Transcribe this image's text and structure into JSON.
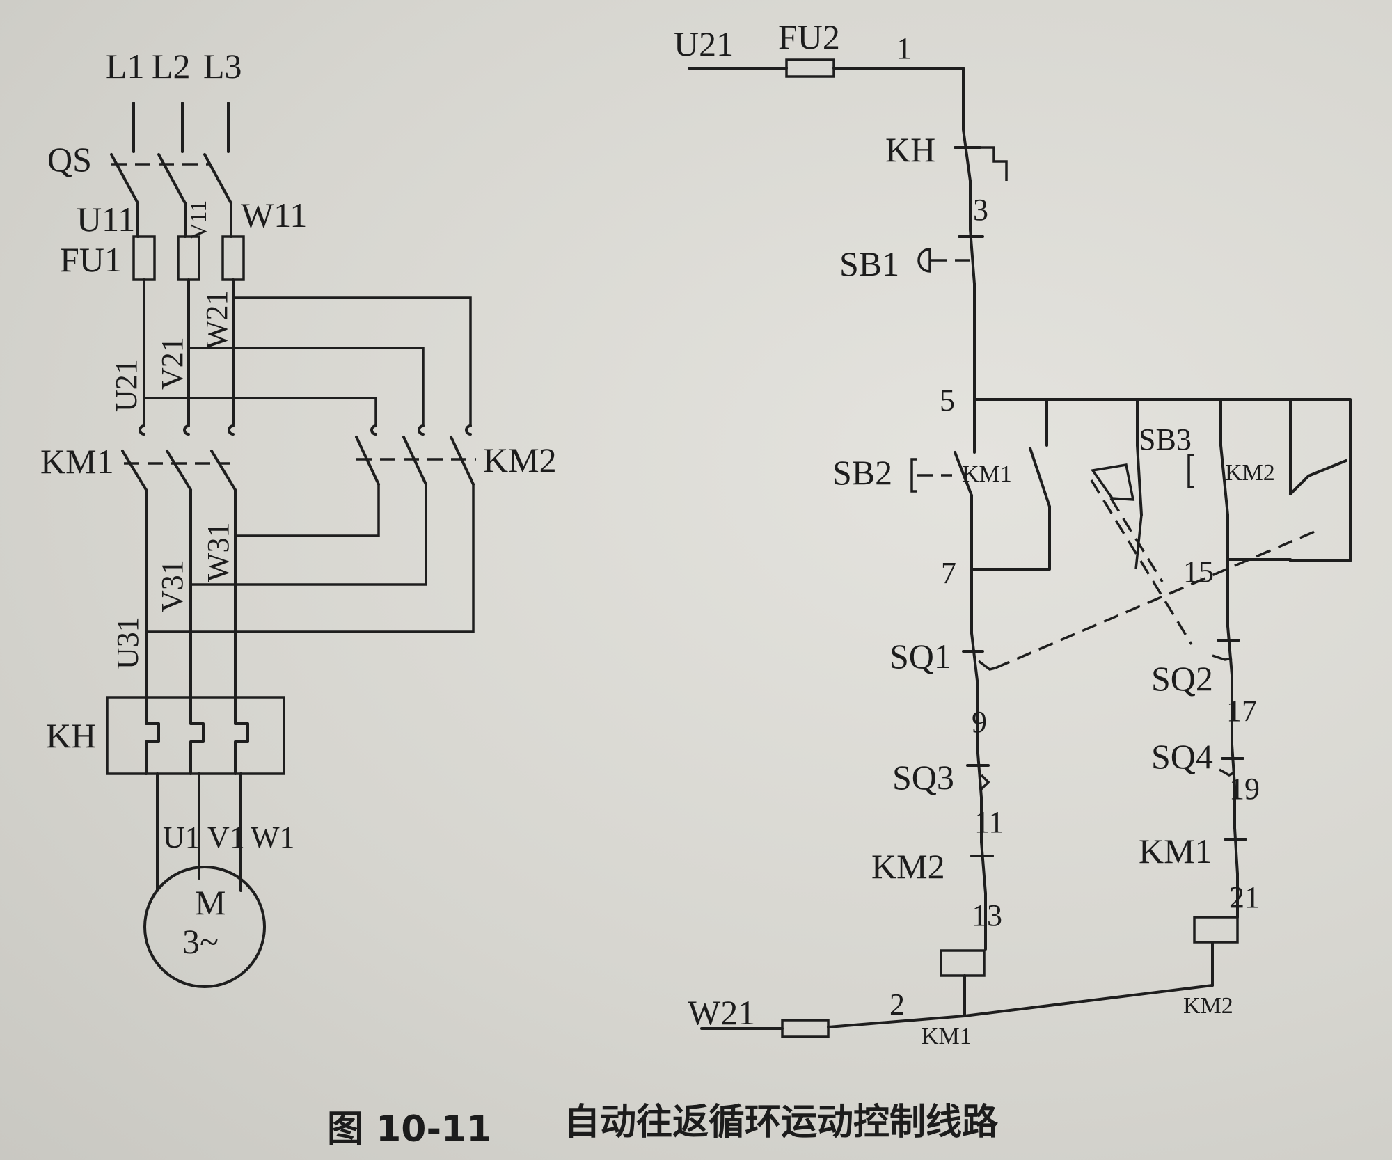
{
  "caption": {
    "figure_no": "图 10-11",
    "title": "自动往返循环运动控制线路"
  },
  "main_circuit": {
    "phases": [
      "L1",
      "L2",
      "L3"
    ],
    "switch": "QS",
    "phase_after_switch": [
      "U11",
      "V11",
      "W11"
    ],
    "fuse": "FU1",
    "phase_after_fuse": [
      "U21",
      "V21",
      "W21"
    ],
    "contactor_forward": "KM1",
    "contactor_reverse": "KM2",
    "phase_after_contactor": [
      "U31",
      "V31",
      "W31"
    ],
    "overload": "KH",
    "motor_terminals": [
      "U1",
      "V1",
      "W1"
    ],
    "motor": {
      "symbol": "M",
      "phase": "3~"
    }
  },
  "control_circuit": {
    "supply_top": "U21",
    "supply_bottom": "W21",
    "fuse": "FU2",
    "nodes": [
      "1",
      "2",
      "3",
      "5",
      "7",
      "9",
      "11",
      "13",
      "15",
      "17",
      "19",
      "21"
    ],
    "kh": "KH",
    "stop": "SB1",
    "start_forward": "SB2",
    "start_reverse": "SB3",
    "km1_aux": "KM1",
    "km2_aux": "KM2",
    "limit": [
      "SQ1",
      "SQ2",
      "SQ3",
      "SQ4"
    ],
    "interlock_left": "KM2",
    "interlock_right": "KM1",
    "coil_left": "KM1",
    "coil_right": "KM2"
  }
}
